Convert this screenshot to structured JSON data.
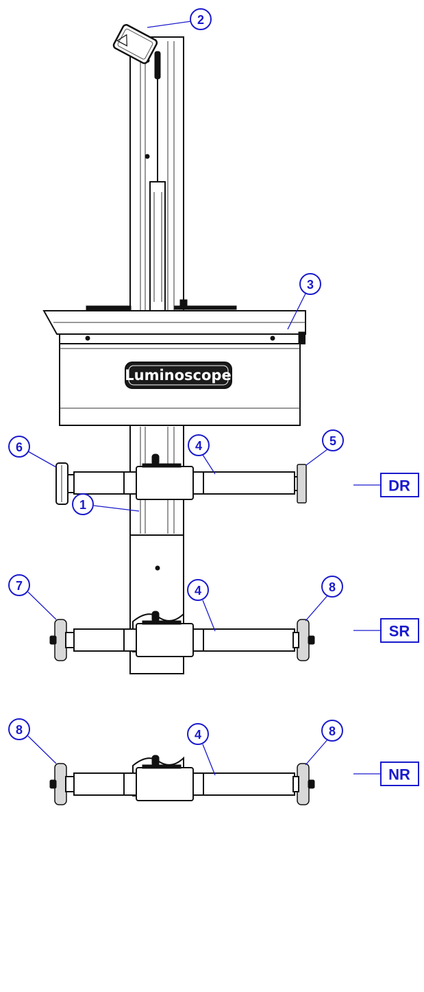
{
  "logo": {
    "text": "Luminoscope"
  },
  "callouts": [
    {
      "id": "c1",
      "label": "1"
    },
    {
      "id": "c2",
      "label": "2"
    },
    {
      "id": "c3",
      "label": "3"
    },
    {
      "id": "c4a",
      "label": "4"
    },
    {
      "id": "c5",
      "label": "5"
    },
    {
      "id": "c6",
      "label": "6"
    },
    {
      "id": "c7",
      "label": "7"
    },
    {
      "id": "c8a",
      "label": "8"
    },
    {
      "id": "c4b",
      "label": "4"
    },
    {
      "id": "c8b",
      "label": "8"
    },
    {
      "id": "c8c",
      "label": "8"
    },
    {
      "id": "c4c",
      "label": "4"
    }
  ],
  "variants": [
    {
      "id": "dr",
      "label": "DR"
    },
    {
      "id": "sr",
      "label": "SR"
    },
    {
      "id": "nr",
      "label": "NR"
    }
  ],
  "colors": {
    "callout": "#1a1acc",
    "line": "#111111"
  }
}
